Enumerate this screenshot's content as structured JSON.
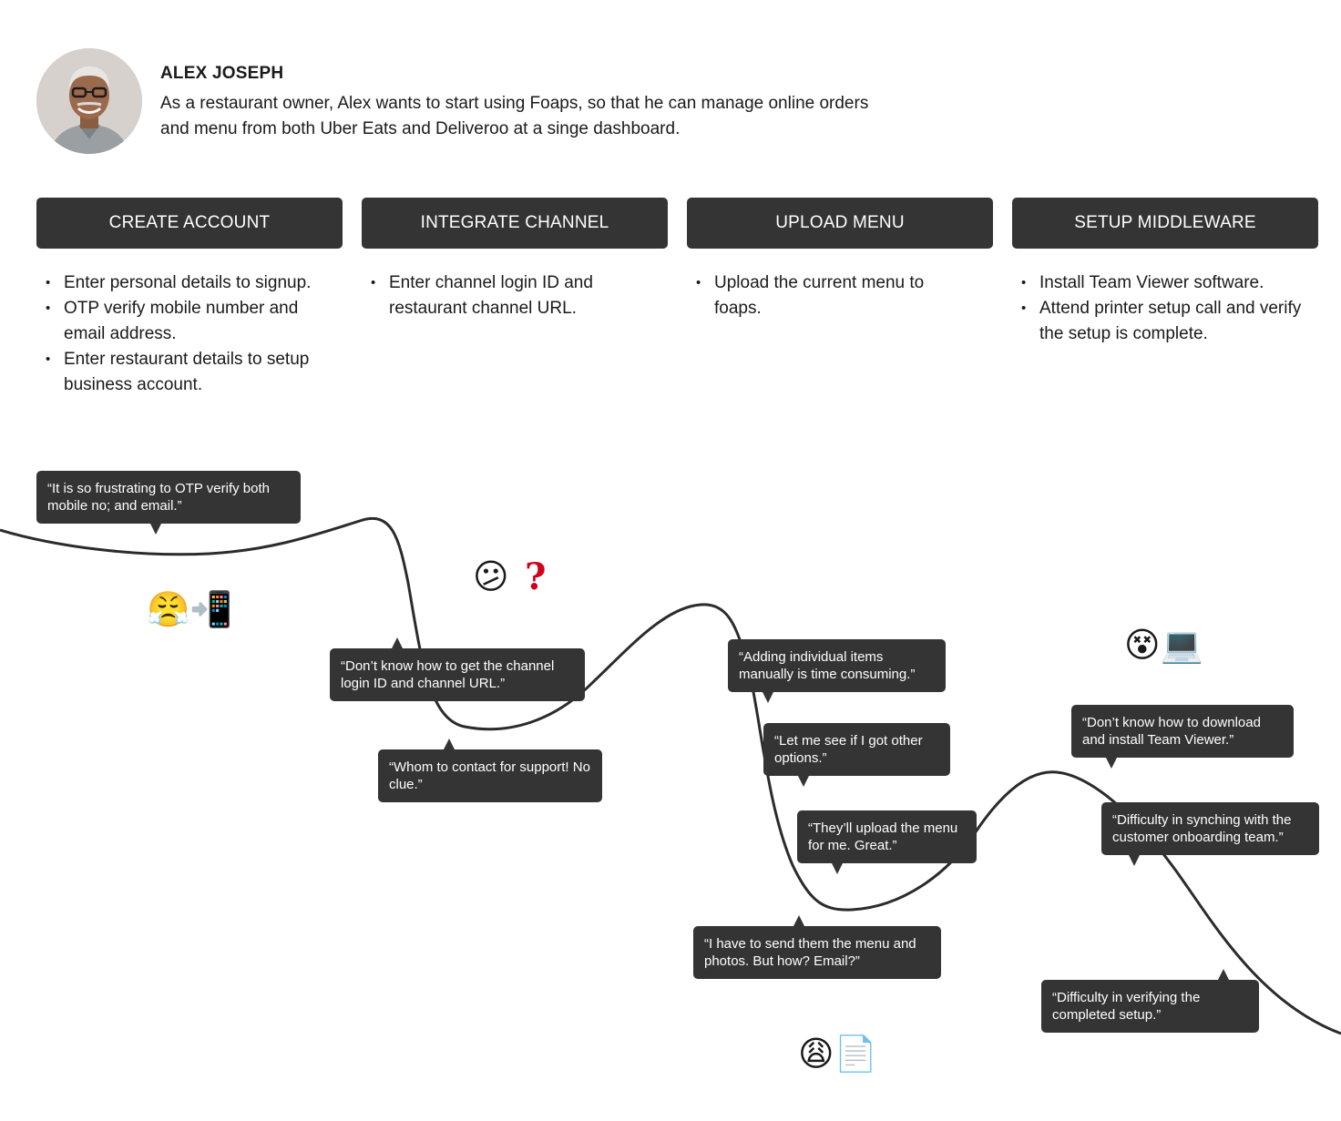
{
  "persona": {
    "name": "ALEX JOSEPH",
    "description": "As a restaurant owner, Alex wants to start using Foaps, so that he can manage online orders and menu from both Uber Eats and Deliveroo at a singe dashboard."
  },
  "stages": [
    {
      "title": "CREATE ACCOUNT",
      "steps": [
        "Enter personal details to signup.",
        "OTP verify mobile number and email address.",
        "Enter restaurant details to setup business account."
      ]
    },
    {
      "title": "INTEGRATE CHANNEL",
      "steps": [
        "Enter channel login ID and restaurant channel URL."
      ]
    },
    {
      "title": "UPLOAD MENU",
      "steps": [
        "Upload the current menu to foaps."
      ]
    },
    {
      "title": "SETUP MIDDLEWARE",
      "steps": [
        "Install Team Viewer software.",
        "Attend printer setup call and verify the setup is complete."
      ]
    }
  ],
  "quotes": [
    "“It is so frustrating to OTP verify both mobile no; and email.”",
    "“Don’t know how to get the channel login ID and channel URL.”",
    "“Whom to contact for support! No clue.”",
    "“Adding individual items manually is time consuming.”",
    "“Let me see if I got other options.”",
    "“They’ll upload the menu for me. Great.”",
    "“I have to send them the menu and photos. But how? Email?”",
    "“Don’t know how to download and install Team Viewer.”",
    "“Difficulty in synching with the customer onboarding team.”",
    "“Difficulty in verifying the completed setup.”"
  ],
  "emotions": {
    "create_account": "😤📲",
    "integrate_channel": "😕",
    "integrate_channel_mark": "?",
    "upload_menu": "😩📄",
    "setup_middleware": "😵💻"
  },
  "colors": {
    "dark": "#343434",
    "accent_red": "#d0021b",
    "curve": "#2b2b2b"
  }
}
